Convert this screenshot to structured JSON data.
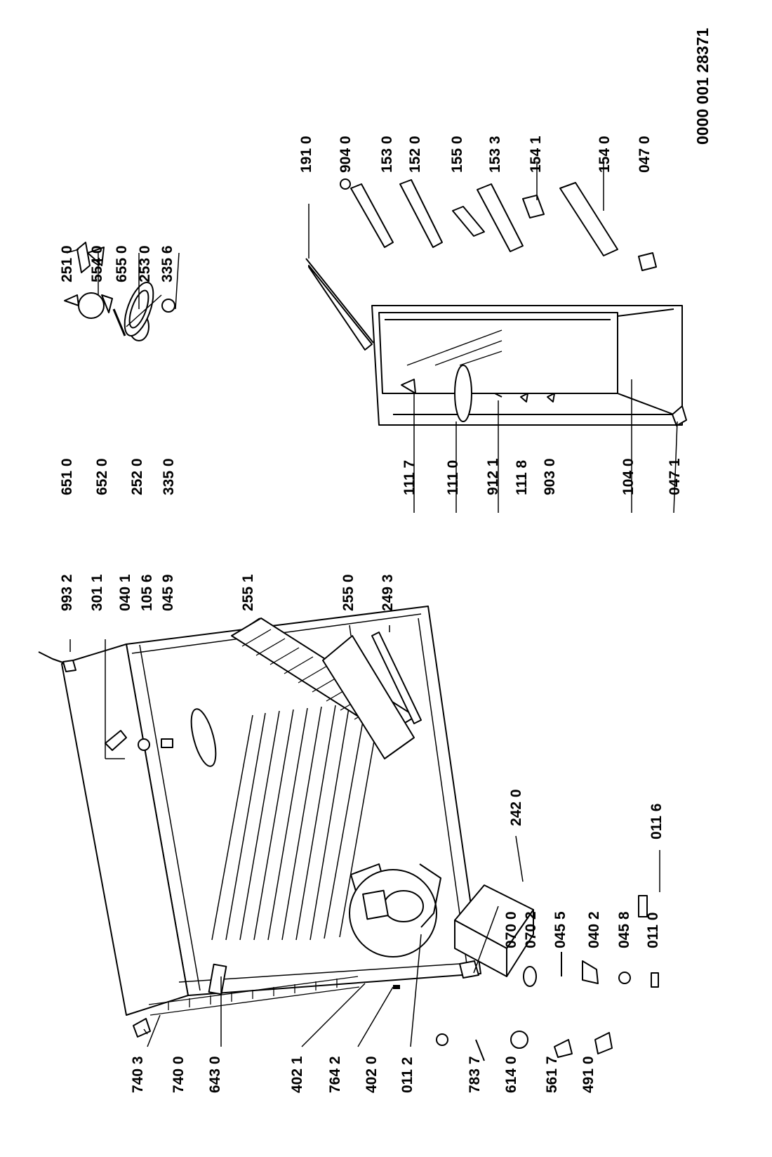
{
  "document_number": "0000 001 28371",
  "groups": {
    "cabinet": {
      "left_labels": [
        "740 3",
        "740 0",
        "643 0",
        "402 1",
        "764 2",
        "402 0",
        "011 2",
        "783 7",
        "614 0",
        "561 7",
        "491 0"
      ],
      "top_labels": [
        "993 2",
        "301 1",
        "040 1",
        "105 6",
        "045 9",
        "255 1",
        "255 0",
        "249 3"
      ],
      "bottom_labels": [
        "070 0",
        "242 0",
        "070 2",
        "045 5",
        "040 2",
        "045 8",
        "011 0",
        "011 6"
      ]
    },
    "lamp": {
      "left_labels": [
        "651 0",
        "652 0",
        "252 0",
        "335 0"
      ],
      "top_labels": [
        "251 0",
        "554 0",
        "655 0",
        "253 0",
        "335 6"
      ]
    },
    "door": {
      "left_labels": [
        "111 7",
        "111 0",
        "912 1",
        "111 8",
        "903 0",
        "104 0",
        "047 1"
      ],
      "top_labels": [
        "191 0",
        "904 0",
        "153 0",
        "152 0",
        "155 0",
        "153 3",
        "154 1",
        "154 0",
        "047 0"
      ]
    }
  }
}
